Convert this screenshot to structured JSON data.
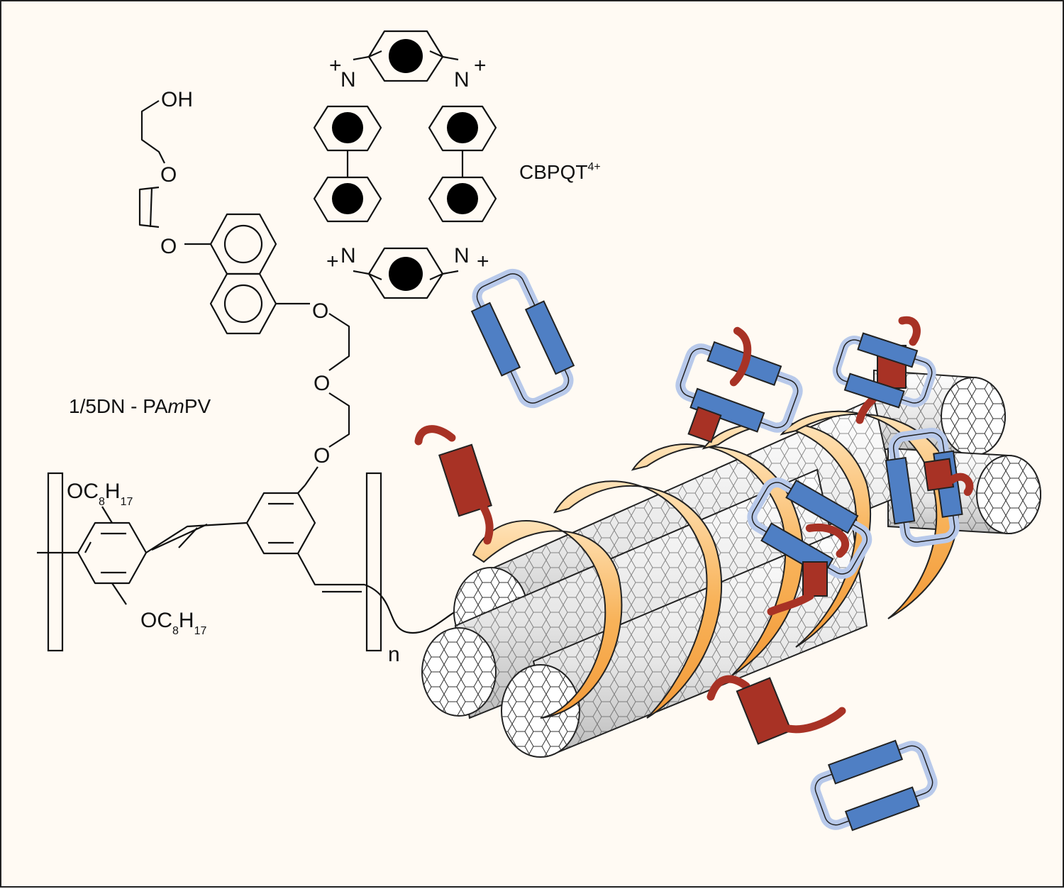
{
  "colors": {
    "background": "#fffaf3",
    "ring_fill": "#f8b35a",
    "ring_highlight": "#ffe7c2",
    "cbpqt_blue": "#4f7fc4",
    "cbpqt_light": "#b8c9ea",
    "dn_red": "#a83225",
    "nanotube_fill": "#eeeeee",
    "line": "#111111"
  },
  "labels": {
    "macrocycle": "CBPQT",
    "macrocycle_charge": "4+",
    "polymer_name_a": "1/5DN - PA",
    "polymer_name_italic": "m",
    "polymer_name_b": "PV",
    "repeat_index": "n"
  },
  "atoms": {
    "oh": "OH",
    "oxygen": "O",
    "nitrogen": "N",
    "plus": "+",
    "carbon_group": "OC",
    "hydrogen": "H",
    "c_sub": "8",
    "h_sub": "17"
  }
}
